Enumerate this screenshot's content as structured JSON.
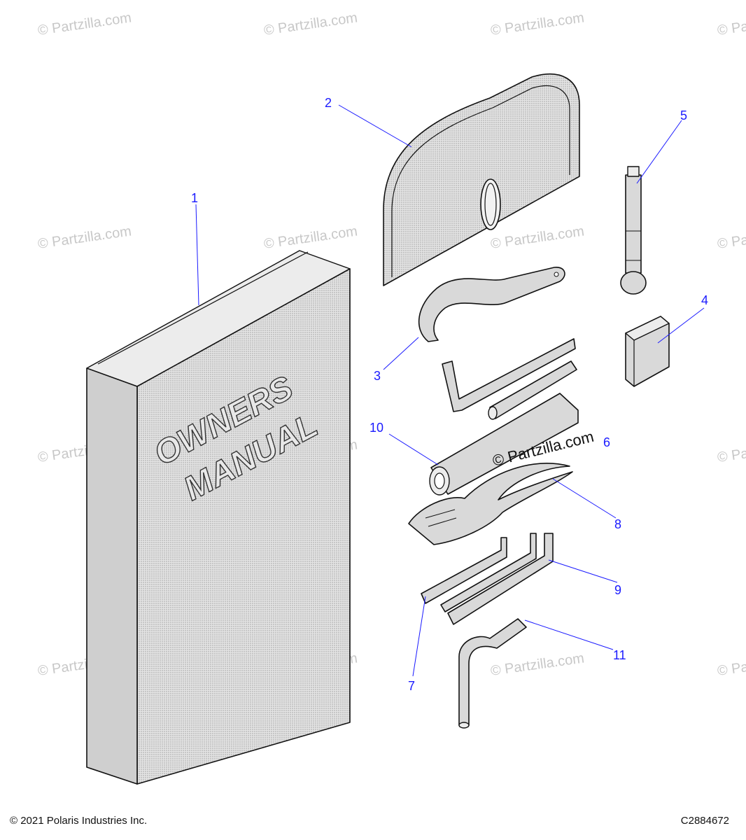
{
  "watermark": "© Partzilla.com",
  "center_watermark": "© Partzilla.com",
  "book_cover_lines": [
    "OWNERS",
    "MANUAL"
  ],
  "callouts": [
    "1",
    "2",
    "3",
    "4",
    "5",
    "6",
    "7",
    "8",
    "9",
    "10",
    "11"
  ],
  "footer": {
    "copyright": "© 2021 Polaris Industries Inc.",
    "code": "C2884672"
  },
  "colors": {
    "callout": "#1a1aff",
    "watermark": "#c8c8c8",
    "part_fill": "#d9d9d9",
    "outline": "#111111"
  }
}
